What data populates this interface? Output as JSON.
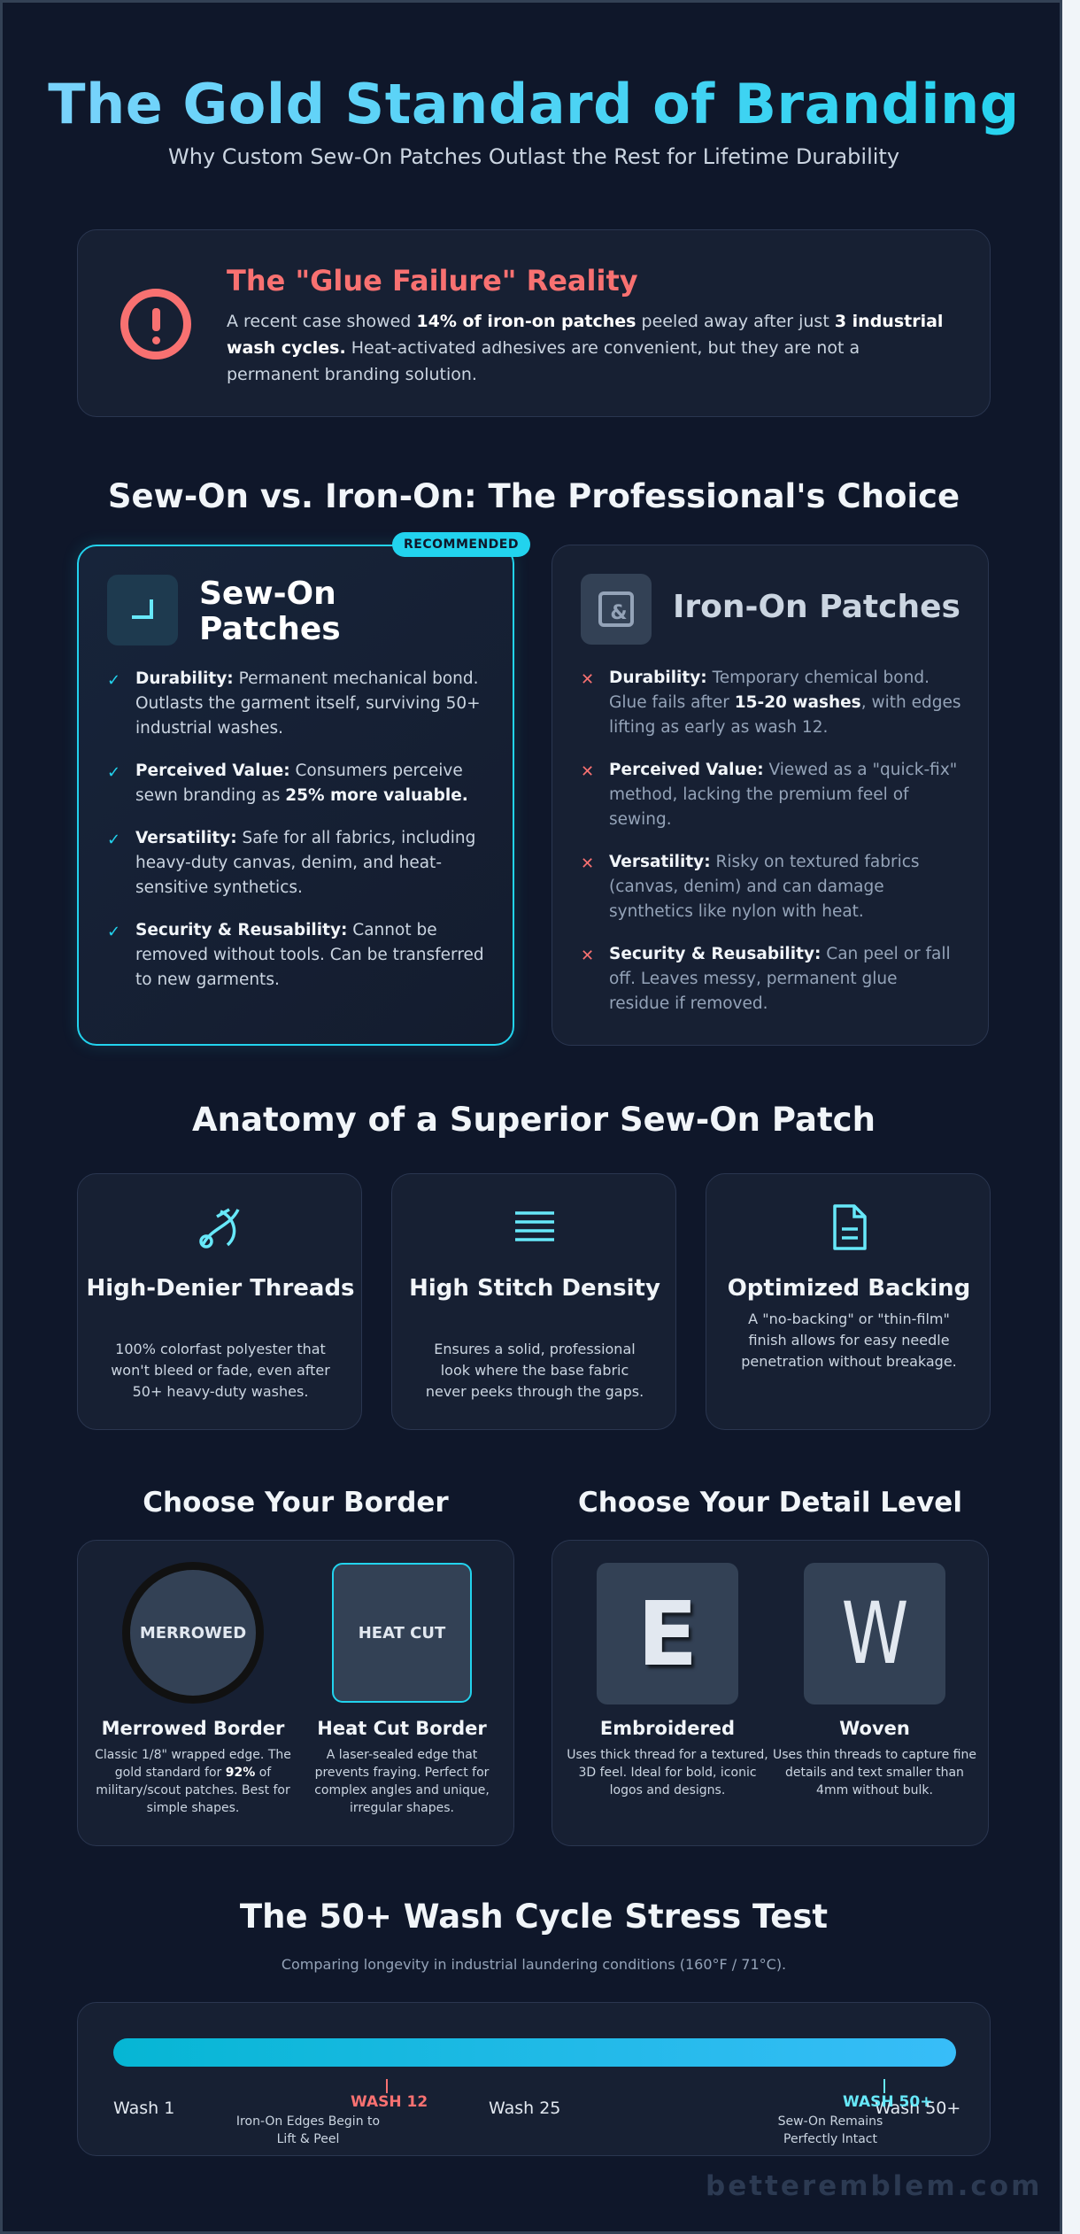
{
  "header": {
    "title": "The Gold Standard of Branding",
    "subtitle": "Why Custom Sew-On Patches Outlast the Rest for Lifetime Durability"
  },
  "alert": {
    "title": "The \"Glue Failure\" Reality",
    "text_1": "A recent case showed ",
    "bold_1": "14% of iron-on patches",
    "text_2": " peeled away after just ",
    "bold_2": "3 industrial wash cycles.",
    "text_3": " Heat-activated adhesives are convenient, but they are not a permanent branding solution."
  },
  "comparison": {
    "heading": "Sew-On vs. Iron-On: The Professional's Choice",
    "sew_on": {
      "badge": "RECOMMENDED",
      "title": "Sew-On Patches",
      "items": [
        {
          "label": "Durability:",
          "text": " Permanent mechanical bond. Outlasts the garment itself, surviving 50+ industrial washes."
        },
        {
          "label": "Perceived Value:",
          "text": " Consumers perceive sewn branding as ",
          "bold": "25% more valuable."
        },
        {
          "label": "Versatility:",
          "text": " Safe for all fabrics, including heavy-duty canvas, denim, and heat-sensitive synthetics."
        },
        {
          "label": "Security & Reusability:",
          "text": " Cannot be removed without tools. Can be transferred to new garments."
        }
      ]
    },
    "iron_on": {
      "title": "Iron-On Patches",
      "items": [
        {
          "label": "Durability:",
          "text": " Temporary chemical bond. Glue fails after ",
          "bold": "15-20 washes",
          "text_after": ", with edges lifting as early as wash 12."
        },
        {
          "label": "Perceived Value:",
          "text": " Viewed as a \"quick-fix\" method, lacking the premium feel of sewing."
        },
        {
          "label": "Versatility:",
          "text": " Risky on textured fabrics (canvas, denim) and can damage synthetics like nylon with heat."
        },
        {
          "label": "Security & Reusability:",
          "text": " Can peel or fall off. Leaves messy, permanent glue residue if removed."
        }
      ]
    }
  },
  "anatomy": {
    "heading": "Anatomy of a Superior Sew-On Patch",
    "features": [
      {
        "icon": "thread-needle-icon",
        "title": "High-Denier Threads",
        "text": "100% colorfast polyester that won't bleed or fade, even after 50+ heavy-duty washes."
      },
      {
        "icon": "stitch-lines-icon",
        "title": "High Stitch Density",
        "text": "Ensures a solid, professional look where the base fabric never peeks through the gaps."
      },
      {
        "icon": "document-icon",
        "title": "Optimized Backing",
        "text": "A \"no-backing\" or \"thin-film\" finish allows for easy needle penetration without breakage."
      }
    ]
  },
  "border": {
    "heading": "Choose Your Border",
    "options": [
      {
        "sample": "MERROWED",
        "name": "Merrowed Border",
        "text_1": "Classic 1/8\" wrapped edge. The gold standard for ",
        "bold": "92%",
        "text_2": " of military/scout patches. Best for simple shapes."
      },
      {
        "sample": "HEAT CUT",
        "name": "Heat Cut Border",
        "text_1": "A laser-sealed edge that prevents fraying. Perfect for complex angles and unique, irregular shapes."
      }
    ]
  },
  "detail": {
    "heading": "Choose Your Detail Level",
    "options": [
      {
        "sample": "E",
        "name": "Embroidered",
        "text": "Uses thick thread for a textured, 3D feel. Ideal for bold, iconic logos and designs."
      },
      {
        "sample": "W",
        "name": "Woven",
        "text": "Uses thin threads to capture fine details and text smaller than 4mm without bulk."
      }
    ]
  },
  "wash_test": {
    "heading": "The 50+ Wash Cycle Stress Test",
    "subtitle": "Comparing longevity in industrial laundering conditions (160°F / 71°C).",
    "labels": [
      "Wash 1",
      "Wash 25",
      "Wash 50+"
    ],
    "markers": [
      {
        "label": "WASH 12",
        "note": "Iron-On Edges Begin to Lift & Peel",
        "color": "#f87171"
      },
      {
        "label": "WASH 50+",
        "note": "Sew-On Remains Perfectly Intact",
        "color": "#67e8f9"
      }
    ]
  },
  "footer": {
    "brand": "betteremblem.com"
  },
  "colors": {
    "accent": "#22d3ee",
    "danger": "#f87171",
    "background": "#0f172a",
    "card": "#172033"
  }
}
